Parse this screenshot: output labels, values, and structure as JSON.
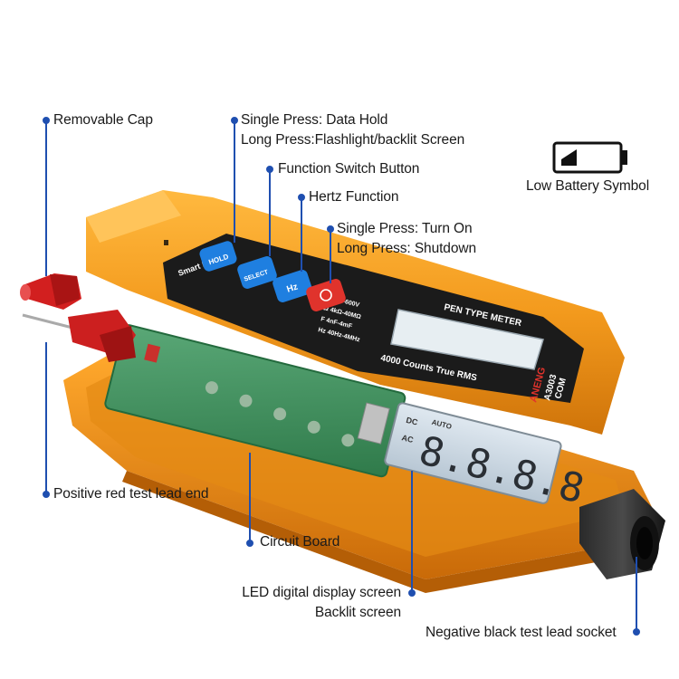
{
  "labels": {
    "removable_cap": "Removable Cap",
    "data_hold_1": "Single Press: Data Hold",
    "data_hold_2": "Long Press:Flashlight/backlit Screen",
    "function_switch": "Function Switch Button",
    "hertz": "Hertz Function",
    "power_1": "Single Press: Turn On",
    "power_2": "Long Press: Shutdown",
    "low_battery": "Low Battery Symbol",
    "positive_lead": "Positive red test lead end",
    "circuit_board": "Circuit Board",
    "display_1": "LED digital display screen",
    "display_2": "Backlit screen",
    "negative_socket": "Negative black test lead socket"
  },
  "device": {
    "brand": "ANENG",
    "model": "A3003",
    "com": "COM",
    "side_text": "Smart Meter",
    "title": "PEN TYPE METER",
    "counts": "4000 Counts True RMS",
    "btn_hold": "HOLD",
    "btn_select": "SELECT",
    "btn_hz": "Hz",
    "spec_1": "V~ 4V-600V",
    "spec_2": "Ω 4kΩ-40MΩ",
    "spec_3": "F 4nF-4mF",
    "spec_4": "Hz 40Hz-4MHz",
    "lcd_dc": "DC",
    "lcd_ac": "AC",
    "lcd_auto": "AUTO",
    "lcd_digits": "8.8.8.8"
  },
  "colors": {
    "orange": "#f39a1d",
    "orange_dark": "#d97d0c",
    "leader_line": "#1f4fb0",
    "button_blue": "#1f7fe0",
    "button_red": "#e0332c",
    "pcb_green": "#3f8e5a"
  }
}
